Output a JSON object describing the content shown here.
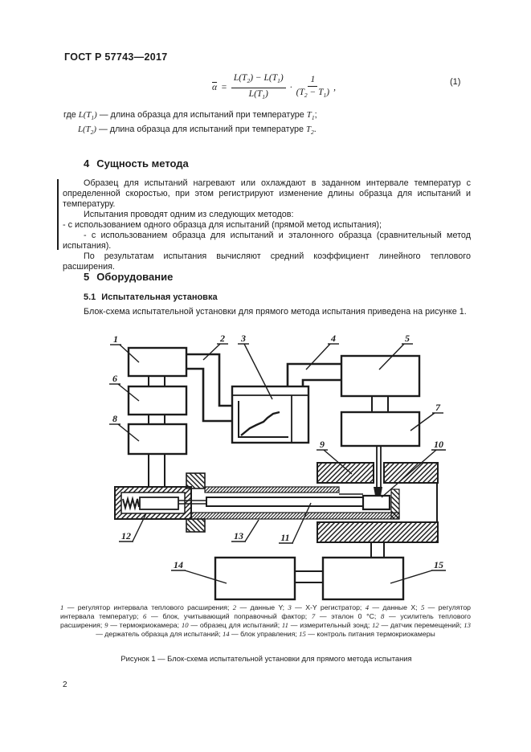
{
  "header": {
    "title": "ГОСТ Р 57743—2017"
  },
  "formula": {
    "alpha": "α",
    "equals": "=",
    "num1_a": "L(T",
    "num1_s1": "2",
    "num1_b": ") − L(T",
    "num1_s2": "1",
    "num1_c": ")",
    "den1_a": "L(T",
    "den1_s": "1",
    "den1_b": ")",
    "times": "·",
    "num2": "1",
    "den2_a": "(T",
    "den2_s1": "2",
    "den2_b": " − T",
    "den2_s2": "1",
    "den2_c": ")",
    "comma": ",",
    "number": "(1)"
  },
  "definitions": {
    "line1": {
      "pre": "где ",
      "v1": "L(T",
      "s1": "1",
      "v2": ")",
      "mid": " — длина образца для испытаний при температуре ",
      "v3": "T",
      "s3": "1",
      "end": ";"
    },
    "line2": {
      "v1": "L(T",
      "s1": "2",
      "v2": ")",
      "mid": " — длина образца для испытаний при температуре ",
      "v3": "T",
      "s3": "2",
      "end": "."
    }
  },
  "section4": {
    "num": "4",
    "title": "Сущность метода",
    "p1": "Образец для испытаний нагревают или охлаждают в заданном интервале температур с определенной скоростью, при этом регистрируют изменение длины образца для испытаний и температуру.",
    "p2": "Испытания проводят одним из следующих методов:",
    "p3": "- с использованием одного образца для испытаний (прямой метод испытания);",
    "p4": "- с использованием образца для испытаний и эталонного образца (сравнительный метод испытания).",
    "p5": "По результатам испытания вычисляют средний коэффициент линейного теплового расширения."
  },
  "section5": {
    "num": "5",
    "title": "Оборудование",
    "sub_num": "5.1",
    "sub_title": "Испытательная установка",
    "intro": "Блок-схема испытательной установки для прямого метода испытания приведена на рисунке 1."
  },
  "figure": {
    "labels": {
      "n1": "1",
      "n2": "2",
      "n3": "3",
      "n4": "4",
      "n5": "5",
      "n6": "6",
      "n7": "7",
      "n8": "8",
      "n9": "9",
      "n10": "10",
      "n11": "11",
      "n12": "12",
      "n13": "13",
      "n14": "14",
      "n15": "15"
    },
    "legend": {
      "items": [
        {
          "num": "1",
          "text": " — регулятор интервала теплового расширения; "
        },
        {
          "num": "2",
          "text": " — данные Y; "
        },
        {
          "num": "3",
          "text": " — X-Y регистратор; "
        },
        {
          "num": "4",
          "text": " — данные X; "
        },
        {
          "num": "5",
          "text": " — регулятор интервала температур; "
        },
        {
          "num": "6",
          "text": " — блок, учитывающий поправочный фактор; "
        },
        {
          "num": "7",
          "text": " — эталон 0 °С; "
        },
        {
          "num": "8",
          "text": " — усилитель теплового расширения; "
        },
        {
          "num": "9",
          "text": " — термокриокамера; "
        },
        {
          "num": "10",
          "text": " — образец для испытаний; "
        },
        {
          "num": "11",
          "text": " — измерительный зонд; "
        },
        {
          "num": "12",
          "text": " — датчик перемещений; "
        },
        {
          "num": "13",
          "text": " — держатель образца для испытаний; "
        },
        {
          "num": "14",
          "text": " — блок управления; "
        },
        {
          "num": "15",
          "text": " — контроль питания термокриокамеры"
        }
      ]
    },
    "caption": "Рисунок 1 — Блок-схема испытательной установки для прямого метода испытания"
  },
  "page": {
    "number": "2"
  }
}
